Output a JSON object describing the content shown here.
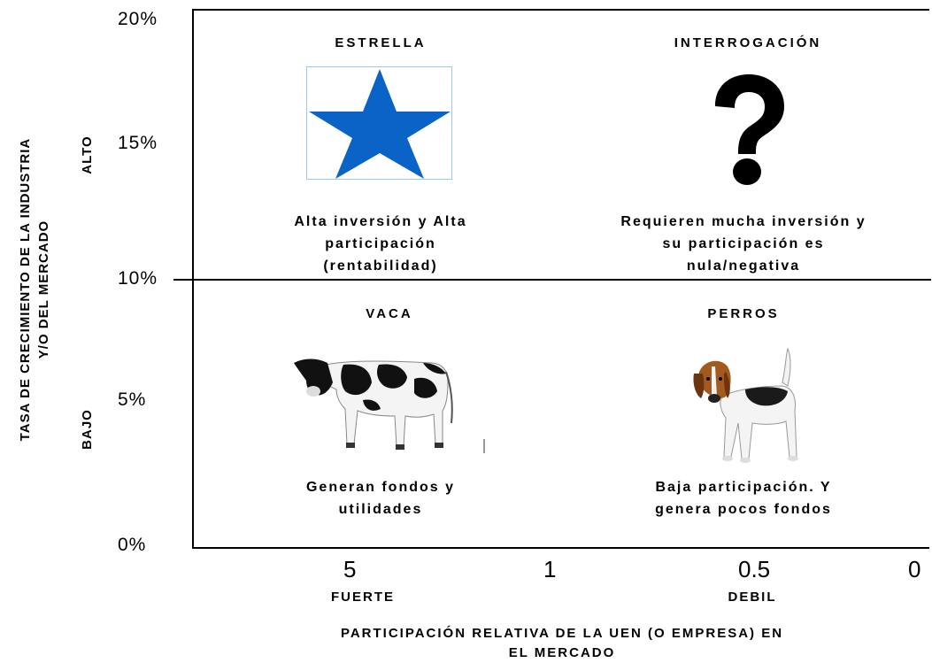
{
  "y_axis": {
    "title_line1": "TASA DE CRECIMIENTO DE LA INDUSTRIA",
    "title_line2": "Y/O DEL MERCADO",
    "level_high": "ALTO",
    "level_low": "BAJO",
    "ticks": [
      "20%",
      "15%",
      "10%",
      "5%",
      "0%"
    ]
  },
  "x_axis": {
    "ticks": [
      "5",
      "1",
      "0.5",
      "0"
    ],
    "label_strong": "FUERTE",
    "label_weak": "DEBIL",
    "title_line1": "PARTICIPACIÓN RELATIVA DE LA UEN (O EMPRESA) EN",
    "title_line2": "EL MERCADO"
  },
  "quadrants": {
    "star": {
      "title": "ESTRELLA",
      "desc_line1": "Alta inversión y Alta",
      "desc_line2": "participación",
      "desc_line3": "(rentabilidad)",
      "icon": "star-icon",
      "color": "#0a64c8"
    },
    "question": {
      "title": "INTERROGACIÓN",
      "desc_line1": "Requieren mucha inversión y",
      "desc_line2": "su participación es",
      "desc_line3": "nula/negativa",
      "icon": "question-mark-icon"
    },
    "cow": {
      "title": "VACA",
      "desc_line1": "Generan fondos y",
      "desc_line2": "utilidades",
      "icon": "cow-icon"
    },
    "dog": {
      "title": "PERROS",
      "desc_line1": "Baja participación. Y",
      "desc_line2": "genera pocos fondos",
      "icon": "dog-icon"
    }
  }
}
